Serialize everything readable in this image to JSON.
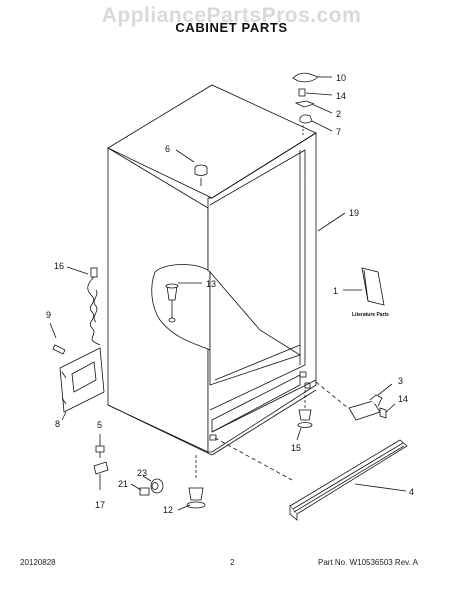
{
  "watermark": "AppliancePartsPros.com",
  "title": "CABINET PARTS",
  "literature_label": "Literature Parts",
  "callouts": {
    "p1": "1",
    "p2": "2",
    "p3": "3",
    "p4": "4",
    "p5": "5",
    "p6": "6",
    "p7": "7",
    "p8": "8",
    "p9": "9",
    "p10": "10",
    "p12": "12",
    "p13": "13",
    "p14a": "14",
    "p14b": "14",
    "p15": "15",
    "p16": "16",
    "p17": "17",
    "p19": "19",
    "p21": "21",
    "p23": "23"
  },
  "footer": {
    "date": "20120828",
    "page": "2",
    "part_no": "Part No. W10536503  Rev. A"
  }
}
